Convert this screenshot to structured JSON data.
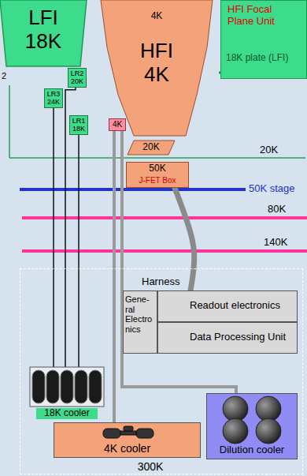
{
  "diagram": {
    "nodes": [
      {
        "text": [
          "LFI 18K"
        ]
      },
      {
        "text": [
          "4K",
          "HFI 4K"
        ]
      },
      {
        "text": [
          "HFI Focal Plane Unit",
          "18K plate (LFI)"
        ]
      },
      {
        "text": [
          "LR2 20K"
        ]
      },
      {
        "text": [
          "LR3 24K"
        ]
      },
      {
        "text": [
          "LR1 18K"
        ]
      },
      {
        "text": [
          "4K"
        ]
      },
      {
        "text": [
          "20K"
        ]
      },
      {
        "text": [
          "50K",
          "J-FET Box"
        ]
      },
      {
        "text": [
          "300K"
        ]
      },
      {
        "text": [
          "Gene- ral Electro nics"
        ],
        "in": 9
      },
      {
        "text": [
          "Readout electronics"
        ],
        "in": 9
      },
      {
        "text": [
          "Data Processing Unit"
        ],
        "in": 9
      },
      {
        "text": [
          "18K cooler"
        ],
        "in": 9
      },
      {
        "text": [
          "4K cooler"
        ],
        "in": 9
      },
      {
        "text": [
          "Dilution cooler"
        ],
        "in": 9
      }
    ],
    "edges": [
      {
        "from": 13,
        "to": 5,
        "arrow": "none"
      },
      {
        "from": 13,
        "to": 3,
        "arrow": "none"
      },
      {
        "from": 13,
        "to": 4,
        "arrow": "none"
      },
      {
        "from": 14,
        "to": 6,
        "arrow": "none"
      },
      {
        "from": 15,
        "to": 6,
        "arrow": "none"
      },
      {
        "from": 8,
        "to": 11,
        "arrow": "none"
      }
    ],
    "labels": [
      "2",
      "20K",
      "50K stage",
      "80K",
      "140K",
      "Harness"
    ]
  }
}
